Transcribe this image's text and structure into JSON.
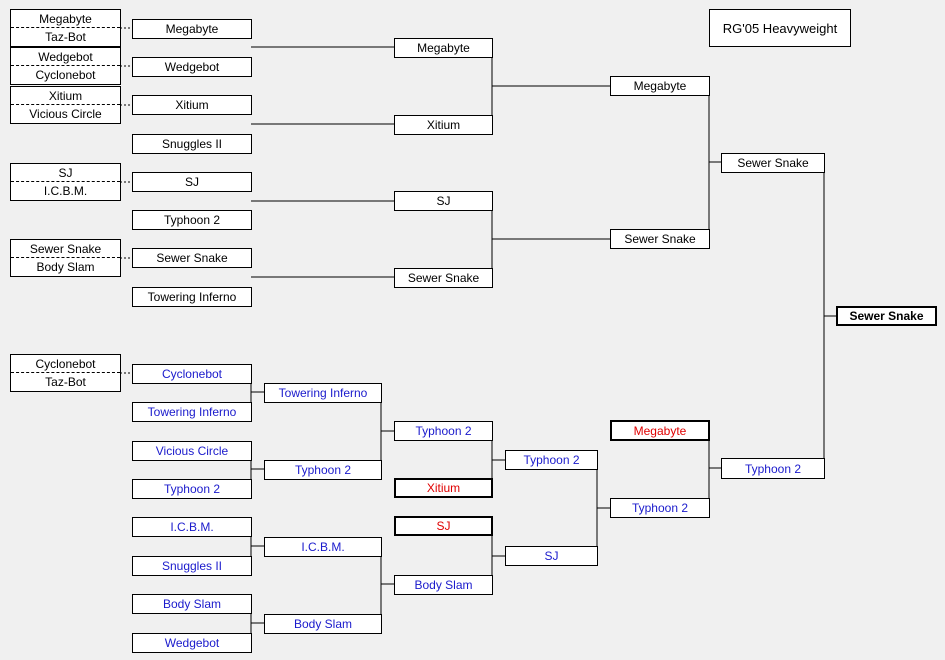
{
  "title": "RG'05 Heavyweight",
  "prelims": [
    {
      "top": "Megabyte",
      "bottom": "Taz-Bot"
    },
    {
      "top": "Wedgebot",
      "bottom": "Cyclonebot"
    },
    {
      "top": "Xitium",
      "bottom": "Vicious Circle"
    },
    {
      "top": "SJ",
      "bottom": "I.C.B.M."
    },
    {
      "top": "Sewer Snake",
      "bottom": "Body Slam"
    },
    {
      "top": "Cyclonebot",
      "bottom": "Taz-Bot"
    }
  ],
  "winners": {
    "round1": [
      "Megabyte",
      "Wedgebot",
      "Xitium",
      "Snuggles II",
      "SJ",
      "Typhoon 2",
      "Sewer Snake",
      "Towering Inferno"
    ],
    "round2": [
      "Megabyte",
      "Xitium",
      "SJ",
      "Sewer Snake"
    ],
    "semifinal": [
      "Megabyte",
      "Sewer Snake"
    ],
    "final": "Sewer Snake"
  },
  "losers": {
    "round1": [
      "Cyclonebot",
      "Towering Inferno",
      "Vicious Circle",
      "Typhoon 2",
      "I.C.B.M.",
      "Snuggles II",
      "Body Slam",
      "Wedgebot"
    ],
    "round2": [
      "Towering Inferno",
      "Typhoon 2",
      "I.C.B.M.",
      "Body Slam"
    ],
    "round3": [
      "Typhoon 2",
      "Xitium",
      "SJ",
      "Body Slam"
    ],
    "round4": [
      "Typhoon 2",
      "SJ"
    ],
    "round5": [
      "Megabyte",
      "Typhoon 2"
    ],
    "final": "Typhoon 2"
  },
  "grand_final": {
    "winner": "Sewer Snake"
  },
  "colors": {
    "loser_text": "#1a1acc",
    "drop_in_text": "#e00000",
    "box_border": "#000000",
    "background": "#f0f0f0"
  }
}
